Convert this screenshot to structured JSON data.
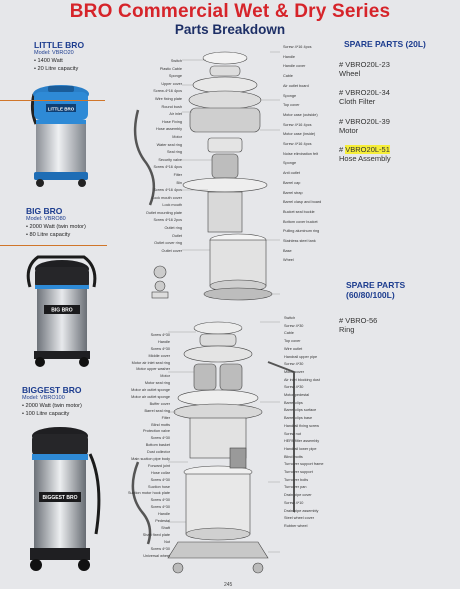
{
  "header": {
    "title": "BRO Commercial Wet & Dry Series",
    "subtitle": "Parts Breakdown"
  },
  "models": [
    {
      "name": "LITTLE BRO",
      "code": "Model: VBRO20",
      "specs": [
        "1400 Watt",
        "20 Litre capacity"
      ]
    },
    {
      "name": "BIG BRO",
      "code": "Model: VBRO80",
      "specs": [
        "2000 Watt (twin motor)",
        "80 Litre capacity"
      ]
    },
    {
      "name": "BIGGEST BRO",
      "code": "Model: VBRO100",
      "specs": [
        "2000 Watt (twin motor)",
        "100 Litre capacity"
      ]
    }
  ],
  "spare_20": {
    "heading": "SPARE PARTS (20L)",
    "items": [
      {
        "code": "# VBRO20L-23",
        "name": "Wheel"
      },
      {
        "code": "# VBRO20L-34",
        "name": "Cloth Filter"
      },
      {
        "code": "# VBRO20L-39",
        "name": "Motor"
      },
      {
        "code_prefix": "# ",
        "code_hl": "VBRO20L-51",
        "name": "Hose Assembly"
      }
    ]
  },
  "spare_80": {
    "heading_line1": "SPARE PARTS",
    "heading_line2": "(60/80/100L)",
    "items": [
      {
        "code": "# VBRO-56",
        "name": "Ring"
      }
    ]
  },
  "diagram_top": {
    "left_labels": [
      "Switch",
      "Plastic Cable",
      "Sponge",
      "Upper cover",
      "Screw-4*16 4pcs",
      "Wire fixing plate",
      "Round bush",
      "Air inlet",
      "Hose Fixing",
      "Hose assembly",
      "Motor",
      "Water seal ring",
      "Seal ring",
      "Security valve",
      "Screw 4*16 4pcs",
      "Filter",
      "Bin",
      "Screw 4*16 4pcs",
      "Lock mouth cover",
      "Lock mouth",
      "Outlet mounting plate",
      "Screw 4*16 2pcs",
      "Outlet ring",
      "Outlet",
      "Outlet cover ring",
      "Outlet cover"
    ],
    "right_labels": [
      "Screw 4*16 4pcs",
      "Handle",
      "Handle cover",
      "Cable",
      "Air outlet board",
      "Sponge",
      "Top cover",
      "Motor case (outside)",
      "Screw 4*16 4pcs",
      "Motor case (inside)",
      "Screw 4*16 4pcs",
      "Noise elimination felt",
      "Sponge",
      "Anti outlet",
      "Barrel cap",
      "Barrel strap",
      "Barrel clasp and board",
      "Bucket seal buckle",
      "Bottom cover bucket",
      "Pulling aluminum ring",
      "Stainless steel tank",
      "Base",
      "Wheel"
    ]
  },
  "diagram_bottom": {
    "left_labels": [
      "Screw 4*30",
      "Handle",
      "Screw 4*30",
      "Middle cover",
      "Motor air inlet seal ring",
      "Motor upper washer",
      "Motor",
      "Motor seal ring",
      "Motor air outlet sponge",
      "Motor air outlet sponge",
      "Buffer cover",
      "Barrel seal ring",
      "Filter",
      "Blind motts",
      "Protection valve",
      "Screw 4*30",
      "Bottom basket",
      "Dust collector",
      "Main suction pipe body",
      "Forward joint",
      "Hose collar",
      "Screw 4*30",
      "Suction hose",
      "Suction motor hook plate",
      "Screw 4*30",
      "Screw 4*30",
      "Handle",
      "Pedestal",
      "Shaft",
      "Shaft fixed plate",
      "Nut",
      "Screw 4*30",
      "Universal wheel"
    ],
    "right_labels": [
      "Switch",
      "Screw 4*30",
      "Cable",
      "Top cover",
      "Wire outlet",
      "Handrail upper pipe",
      "Screw 4*30",
      "Motor cover",
      "Air inlet blocking dust",
      "Screw 4*30",
      "Motor pedestal",
      "Barrel clips",
      "Barrel clips surface",
      "Barrel clips base",
      "Handrail fixing screw",
      "Screw nut",
      "HEPA filter assembly",
      "Handrail lower pipe",
      "Blind motts",
      "Turnover support frame",
      "Turnover support",
      "Turnover bolts",
      "Turnover pan",
      "Drain pipe cover",
      "Screw 4*10",
      "Drain pipe assembly",
      "Steel wheel cover",
      "Rubber wheel"
    ]
  },
  "footer": {
    "page": "245"
  }
}
